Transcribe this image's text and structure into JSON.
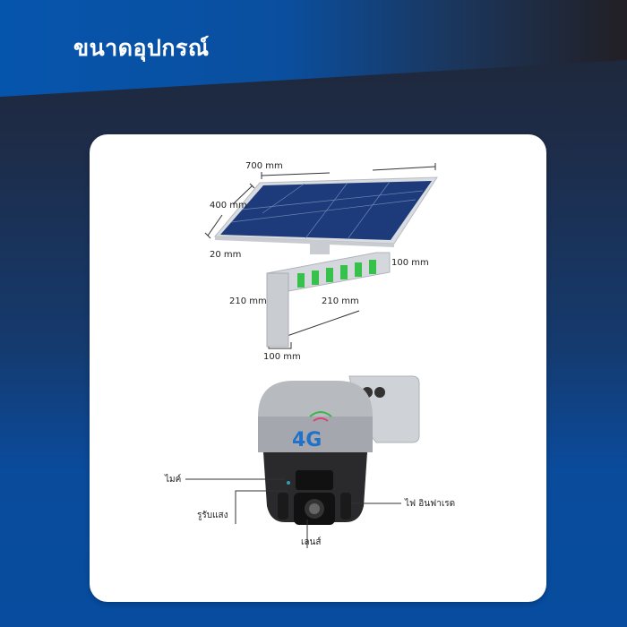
{
  "header": {
    "title": "ขนาดอุปกรณ์"
  },
  "solar_panel": {
    "dimensions": {
      "width": "700 mm",
      "depth": "400 mm",
      "thickness": "20 mm",
      "bracket_height_right": "100 mm",
      "bracket_height_left": "210 mm",
      "bracket_length": "210 mm",
      "bracket_width": "100 mm"
    }
  },
  "camera": {
    "badge": "4G",
    "labels": {
      "mic": "ไมค์",
      "light_sensor": "รูรับแสง",
      "infrared": "ไฟ อินฟาเรด",
      "lens": "เลนส์"
    }
  },
  "colors": {
    "brand_blue": "#0655ad",
    "dark_navy": "#1f2636",
    "accent_green": "#36c24a"
  }
}
